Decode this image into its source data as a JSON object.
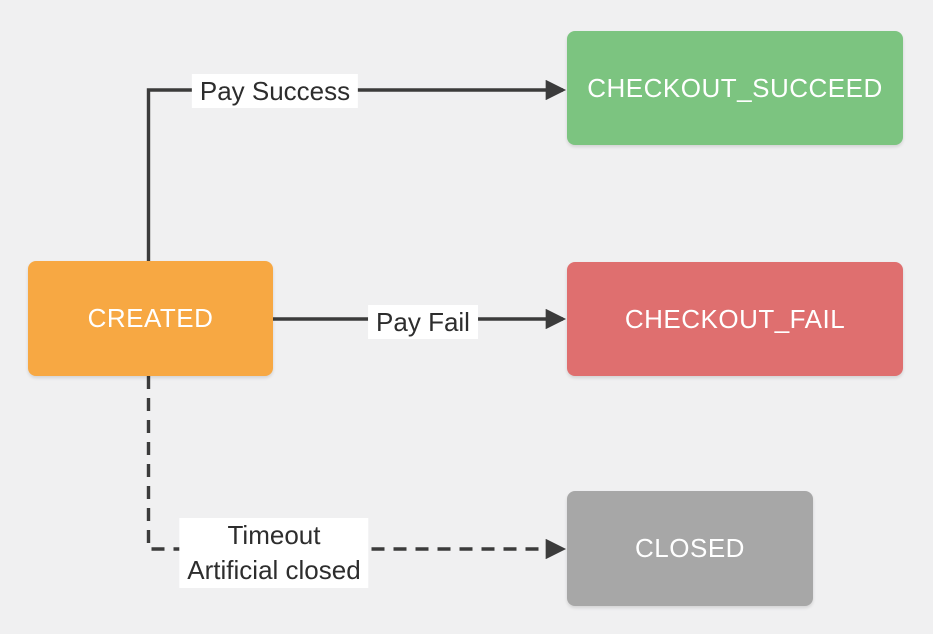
{
  "diagram": {
    "type": "state-diagram",
    "nodes": {
      "created": {
        "label": "CREATED",
        "color": "#f7a843",
        "text_color": "#ffffff"
      },
      "checkout_succeed": {
        "label": "CHECKOUT_SUCCEED",
        "color": "#7cc480",
        "text_color": "#ffffff"
      },
      "checkout_fail": {
        "label": "CHECKOUT_FAIL",
        "color": "#df6f6f",
        "text_color": "#ffffff"
      },
      "closed": {
        "label": "CLOSED",
        "color": "#a7a7a7",
        "text_color": "#ffffff"
      }
    },
    "edges": {
      "pay_success": {
        "from": "CREATED",
        "to": "CHECKOUT_SUCCEED",
        "label": "Pay Success",
        "style": "solid",
        "arrow": "filled-triangle"
      },
      "pay_fail": {
        "from": "CREATED",
        "to": "CHECKOUT_FAIL",
        "label": "Pay Fail",
        "style": "solid",
        "arrow": "filled-triangle"
      },
      "timeout_closed": {
        "from": "CREATED",
        "to": "CLOSED",
        "label_line1": "Timeout",
        "label_line2": "Artificial closed",
        "style": "dashed",
        "arrow": "filled-triangle"
      }
    },
    "colors": {
      "background": "#f0f0f1",
      "edge": "#3b3b3b",
      "label_bg": "#ffffff",
      "label_text": "#2d2d2d"
    }
  }
}
